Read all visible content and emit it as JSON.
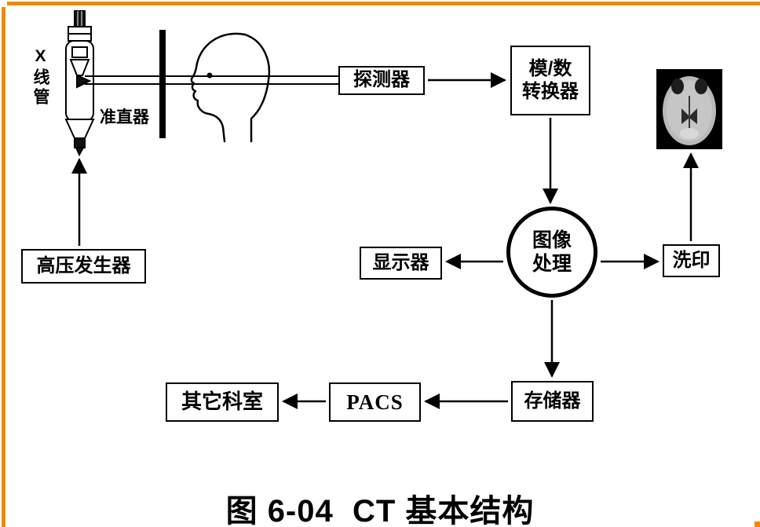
{
  "figure": {
    "caption": "图 6-04  CT 基本结构"
  },
  "nodes": {
    "xray_tube_label": "X线管",
    "collimator_label": "准直器",
    "detector_label": "探测器",
    "ad_converter_line1": "模/数",
    "ad_converter_line2": "转换器",
    "image_processing_line1": "图像",
    "image_processing_line2": "处理",
    "display_label": "显示器",
    "print_label": "洗印",
    "storage_label": "存储器",
    "pacs_label": "PACS",
    "other_dept_label": "其它科室",
    "hv_generator_label": "高压发生器"
  },
  "colors": {
    "frame": "#ee8a00",
    "ink": "#000000",
    "scan_background": "#000000",
    "scan_tissue": "#b9b9b9"
  }
}
